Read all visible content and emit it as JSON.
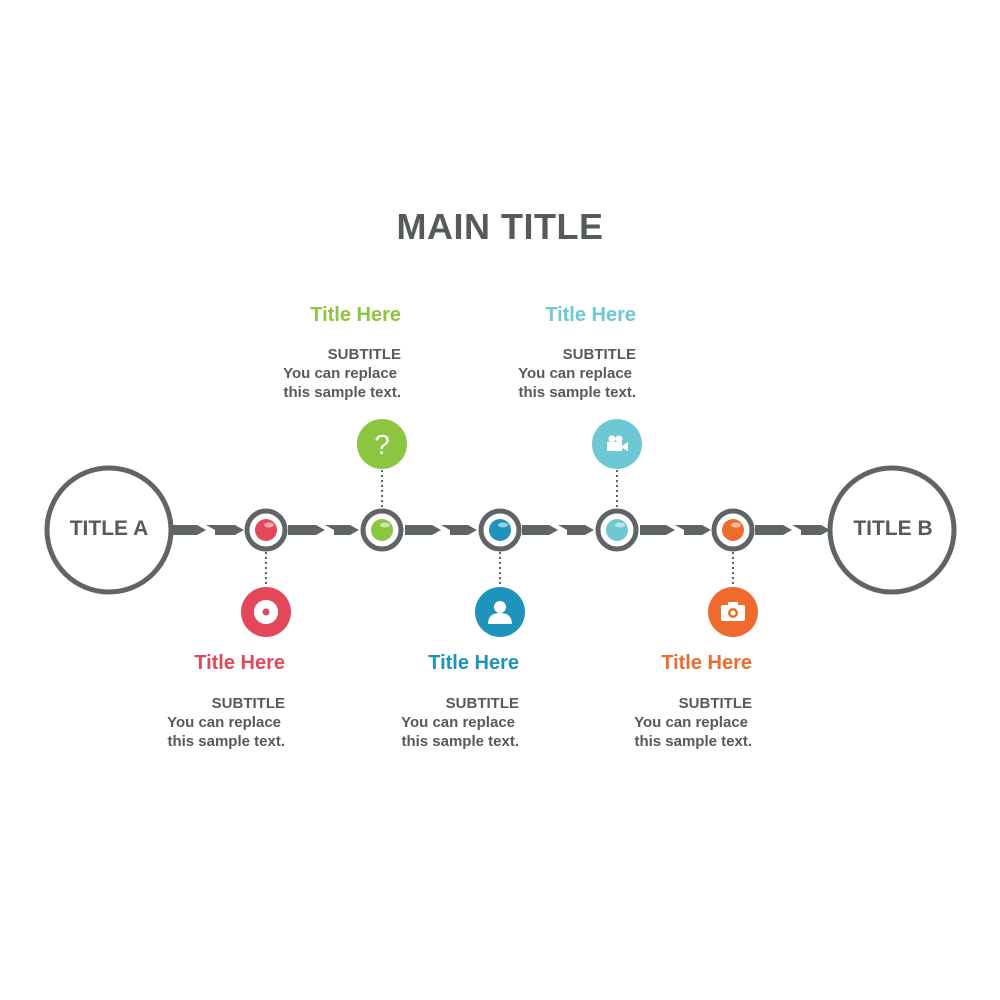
{
  "main_title": "MAIN TITLE",
  "start_label": "TITLE A",
  "end_label": "TITLE B",
  "colors": {
    "track": "#5f6466",
    "text": "#555a5c",
    "red": "#e5475a",
    "green": "#8cc540",
    "blue": "#1e93bb",
    "cyan": "#6ec8d3",
    "orange": "#ee6b2d"
  },
  "milestones": [
    {
      "color": "#e5475a",
      "icon": "gear-icon",
      "title": "Title Here",
      "subtitle": "SUBTITLE",
      "line1": "You can replace",
      "line2": "this sample text.",
      "position": "below"
    },
    {
      "color": "#8cc540",
      "icon": "question-mark-icon",
      "title": "Title Here",
      "subtitle": "SUBTITLE",
      "line1": "You can replace",
      "line2": "this sample text.",
      "position": "above"
    },
    {
      "color": "#1e93bb",
      "icon": "user-icon",
      "title": "Title Here",
      "subtitle": "SUBTITLE",
      "line1": "You can replace",
      "line2": "this sample text.",
      "position": "below"
    },
    {
      "color": "#6ec8d3",
      "icon": "video-camera-icon",
      "title": "Title Here",
      "subtitle": "SUBTITLE",
      "line1": "You can replace",
      "line2": "this sample text.",
      "position": "above"
    },
    {
      "color": "#ee6b2d",
      "icon": "camera-icon",
      "title": "Title Here",
      "subtitle": "SUBTITLE",
      "line1": "You can replace",
      "line2": "this sample text.",
      "position": "below"
    }
  ]
}
